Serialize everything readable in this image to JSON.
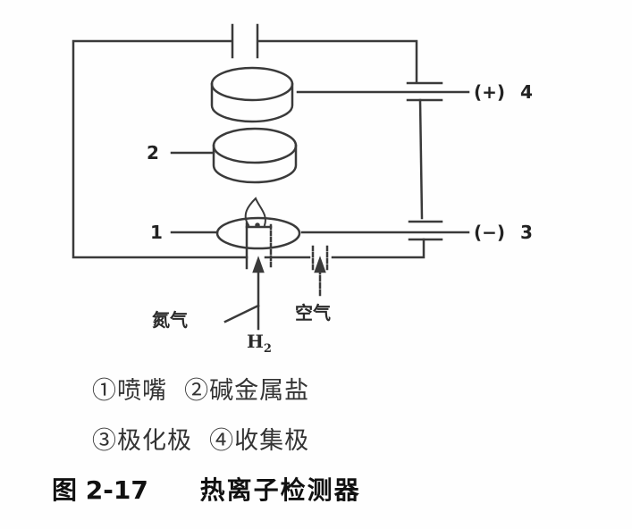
{
  "diagram": {
    "components": [
      {
        "id": 1,
        "label": "1",
        "name": "喷嘴"
      },
      {
        "id": 2,
        "label": "2",
        "name": "碱金属盐"
      },
      {
        "id": 3,
        "label": "3",
        "polarity": "(−)",
        "name": "极化极"
      },
      {
        "id": 4,
        "label": "4",
        "polarity": "(+)",
        "name": "收集极"
      }
    ],
    "gas_inputs": {
      "nitrogen": "氮气",
      "hydrogen_main": "H",
      "hydrogen_sub": "2",
      "air": "空气"
    }
  },
  "legend": {
    "line1": "①喷嘴  ②碱金属盐",
    "line2": "③极化极  ④收集极"
  },
  "caption": {
    "figure_number": "图 2-17",
    "title": "热离子检测器"
  },
  "colors": {
    "line": "#3a3a3a",
    "background": "#fefefe"
  }
}
